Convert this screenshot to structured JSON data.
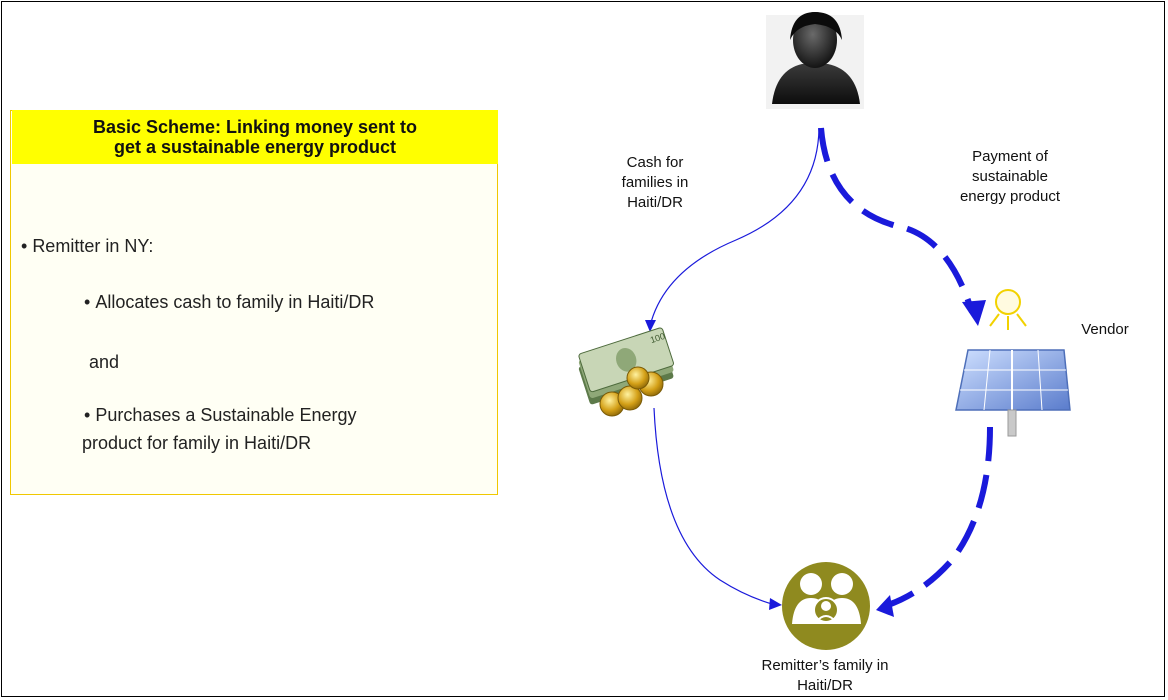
{
  "scheme": {
    "title_line1": "Basic Scheme: Linking money sent  to",
    "title_line2": "get a sustainable energy product",
    "bullet_remitter": "Remitter in NY:",
    "bullet_allocates": "Allocates cash to family in Haiti/DR",
    "and_text": "and",
    "bullet_purchases_line1": "Purchases a Sustainable Energy",
    "bullet_purchases_line2": "product  for family in Haiti/DR"
  },
  "diagram": {
    "cash_label_line1": "Cash for",
    "cash_label_line2": "families  in",
    "cash_label_line3": "Haiti/DR",
    "payment_label_line1": "Payment of",
    "payment_label_line2": "sustainable",
    "payment_label_line3": "energy product",
    "vendor_label": "Vendor",
    "family_label_line1": "Remitter’s family in",
    "family_label_line2": "Haiti/DR"
  },
  "colors": {
    "title_highlight": "#ffff00",
    "flow_arrow": "#1a1adb",
    "family_icon": "#8f8a1f",
    "money_green": "#5d7a4a",
    "coin_gold": "#d4a017",
    "solar_panel": "#6c8fd6"
  },
  "icons": {
    "remitter": "person-silhouette-icon",
    "cash": "money-stack-icon",
    "vendor": "solar-panel-icon",
    "family": "family-group-icon"
  }
}
